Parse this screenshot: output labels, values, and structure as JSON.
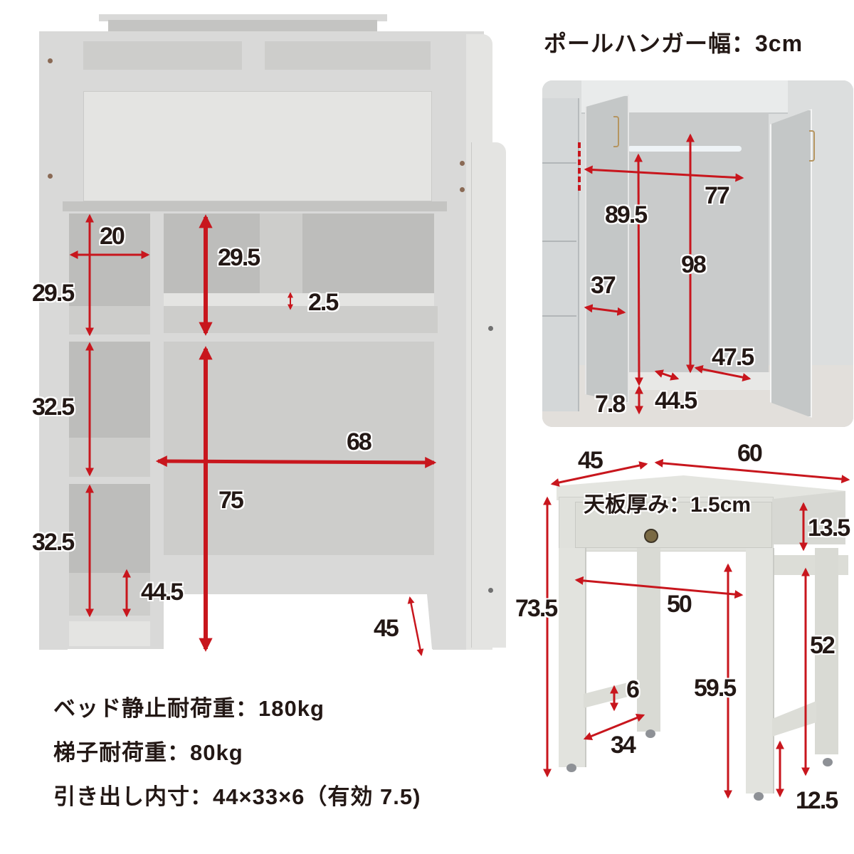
{
  "header": {
    "pole_hanger_width": "ポールハンガー幅：3cm"
  },
  "loft_bed": {
    "shelf_width": "20",
    "shelf_upper_height": "29.5",
    "shelf_mid_height": "32.5",
    "shelf_lower_height": "32.5",
    "shelf_bottom_height": "44.5",
    "desk_upper_height": "29.5",
    "back_ledge": "2.5",
    "desk_width": "68",
    "desk_clearance": "75",
    "depth": "45"
  },
  "wardrobe_photo": {
    "width": "77",
    "hanger_height": "89.5",
    "total_inner_height": "98",
    "door_depth": "37",
    "base_height": "7.8",
    "inner_depth": "44.5",
    "inner_width": "47.5"
  },
  "desk": {
    "depth": "45",
    "width": "60",
    "top_thickness": "天板厚み：1.5cm",
    "drawer_height": "13.5",
    "total_height": "73.5",
    "inner_width": "50",
    "knee_height": "59.5",
    "side_height": "52",
    "rail_height": "6",
    "rail_depth": "34",
    "floor_clearance": "12.5"
  },
  "specs": [
    "ベッド静止耐荷重：180kg",
    "梯子耐荷重：80kg",
    "引き出し内寸：44×33×6（有効 7.5)"
  ],
  "colors": {
    "arrow": "#c8161d",
    "text": "#231815",
    "wood": "#d9d9d8"
  }
}
